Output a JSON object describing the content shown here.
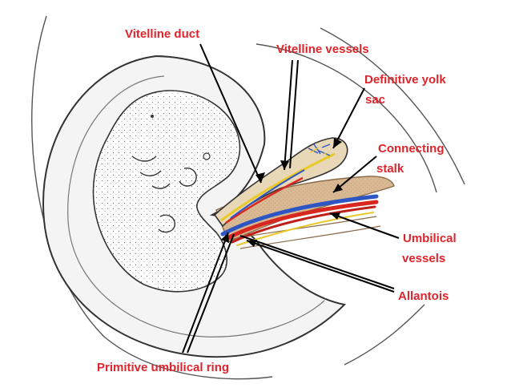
{
  "labels": {
    "vitelline_duct": "Vitelline duct",
    "vitelline_vessels": "Vitelline vessels",
    "definitive_yolk_sac_1": "Definitive yolk",
    "definitive_yolk_sac_2": "sac",
    "connecting_stalk_1": "Connecting",
    "connecting_stalk_2": "stalk",
    "umbilical_vessels_1": "Umbilical",
    "umbilical_vessels_2": "vessels",
    "allantois": "Allantois",
    "primitive_umbilical_ring": "Primitive umbilical ring"
  },
  "colors": {
    "label": "#e0242b",
    "leader": "#000000",
    "artery": "#d8271e",
    "vein": "#2d55c4",
    "duct": "#e8c92a",
    "stalk": "#d9b894",
    "outline": "#333333"
  }
}
